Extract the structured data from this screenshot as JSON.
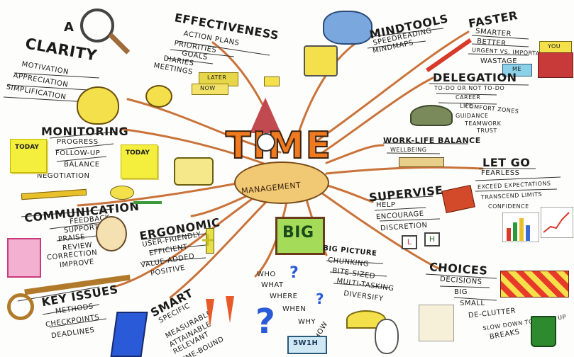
{
  "center": {
    "title_line1": "TIME",
    "title_line2": "MANAGEMENT"
  },
  "branches": {
    "clarity": {
      "title": "CLARITY",
      "items": [
        "MOTIVATION",
        "APPRECIATION",
        "SIMPLIFICATION"
      ]
    },
    "effectiveness": {
      "title": "EFFECTIVENESS",
      "items": [
        "ACTION PLANS",
        "PRIORITIES",
        "GOALS",
        "DIARIES",
        "MEETINGS"
      ]
    },
    "mindtools": {
      "title": "MINDTOOLS",
      "items": [
        "SPEEDREADING",
        "MINDMAPS"
      ]
    },
    "faster": {
      "title": "FASTER",
      "items": [
        "SMARTER",
        "BETTER",
        "URGENT VS. IMPORTANT",
        "WASTAGE"
      ]
    },
    "delegation": {
      "title": "DELEGATION",
      "items": [
        "TO-DO OR NOT TO-DO",
        "CAREER",
        "LIFE",
        "COMFORT ZONES",
        "GUIDANCE",
        "TEAMWORK",
        "TRUST"
      ]
    },
    "worklife": {
      "title": "WORK-LIFE BALANCE",
      "items": [
        "WELLBEING"
      ]
    },
    "letgo": {
      "title": "LET GO",
      "items": [
        "FEARLESS",
        "EXCEED EXPECTATIONS",
        "TRANSCEND LIMITS",
        "CONFIDENCE"
      ]
    },
    "supervise": {
      "title": "SUPERVISE",
      "items": [
        "HELP",
        "ENCOURAGE",
        "DISCRETION"
      ]
    },
    "choices": {
      "title": "CHOICES",
      "items": [
        "DECISIONS",
        "BIG",
        "SMALL",
        "DE-CLUTTER",
        "SLOW DOWN TO SPEED UP",
        "BREAKS"
      ]
    },
    "bigpicture": {
      "title": "BIG PICTURE",
      "items": [
        "CHUNKING",
        "BITE-SIZED",
        "MULTI-TASKING",
        "DIVERSIFY"
      ]
    },
    "questions": {
      "items": [
        "WHO",
        "WHAT",
        "WHERE",
        "WHEN",
        "WHY",
        "HOW"
      ],
      "badge": "5W1H"
    },
    "smart": {
      "title": "SMART",
      "items": [
        "SPECIFIC",
        "MEASURABLE",
        "ATTAINABLE",
        "RELEVANT",
        "TIME-BOUND"
      ]
    },
    "keyissues": {
      "title": "KEY ISSUES",
      "items": [
        "METHODS",
        "CHECKPOINTS",
        "DEADLINES"
      ]
    },
    "ergonomic": {
      "title": "ERGONOMIC",
      "items": [
        "USER-FRIENDLY",
        "EFFICIENT",
        "VALUE-ADDED",
        "POSITIVE"
      ]
    },
    "communication": {
      "title": "COMMUNICATION",
      "items": [
        "FEEDBACK",
        "SUPPORT",
        "PRAISE",
        "REVIEW",
        "CORRECTION",
        "IMPROVE"
      ]
    },
    "monitoring": {
      "title": "MONITORING",
      "items": [
        "PROGRESS",
        "FOLLOW-UP",
        "BALANCE",
        "NEGOTIATION"
      ]
    }
  },
  "decor": {
    "today_note_1": "TODAY",
    "today_note_2": "TODAY",
    "book_you": "YOU",
    "book_me": "ME",
    "later_box": "LATER",
    "now_box": "NOW",
    "letter_a": "A",
    "big_sign": "BIG",
    "stamp_l": "L",
    "stamp_h": "H",
    "plus_sign": "+"
  },
  "colors": {
    "branch": "#c9733a",
    "title_fill": "#f07a1f",
    "title_outline": "#3a2210",
    "oval": "#f1c873"
  }
}
